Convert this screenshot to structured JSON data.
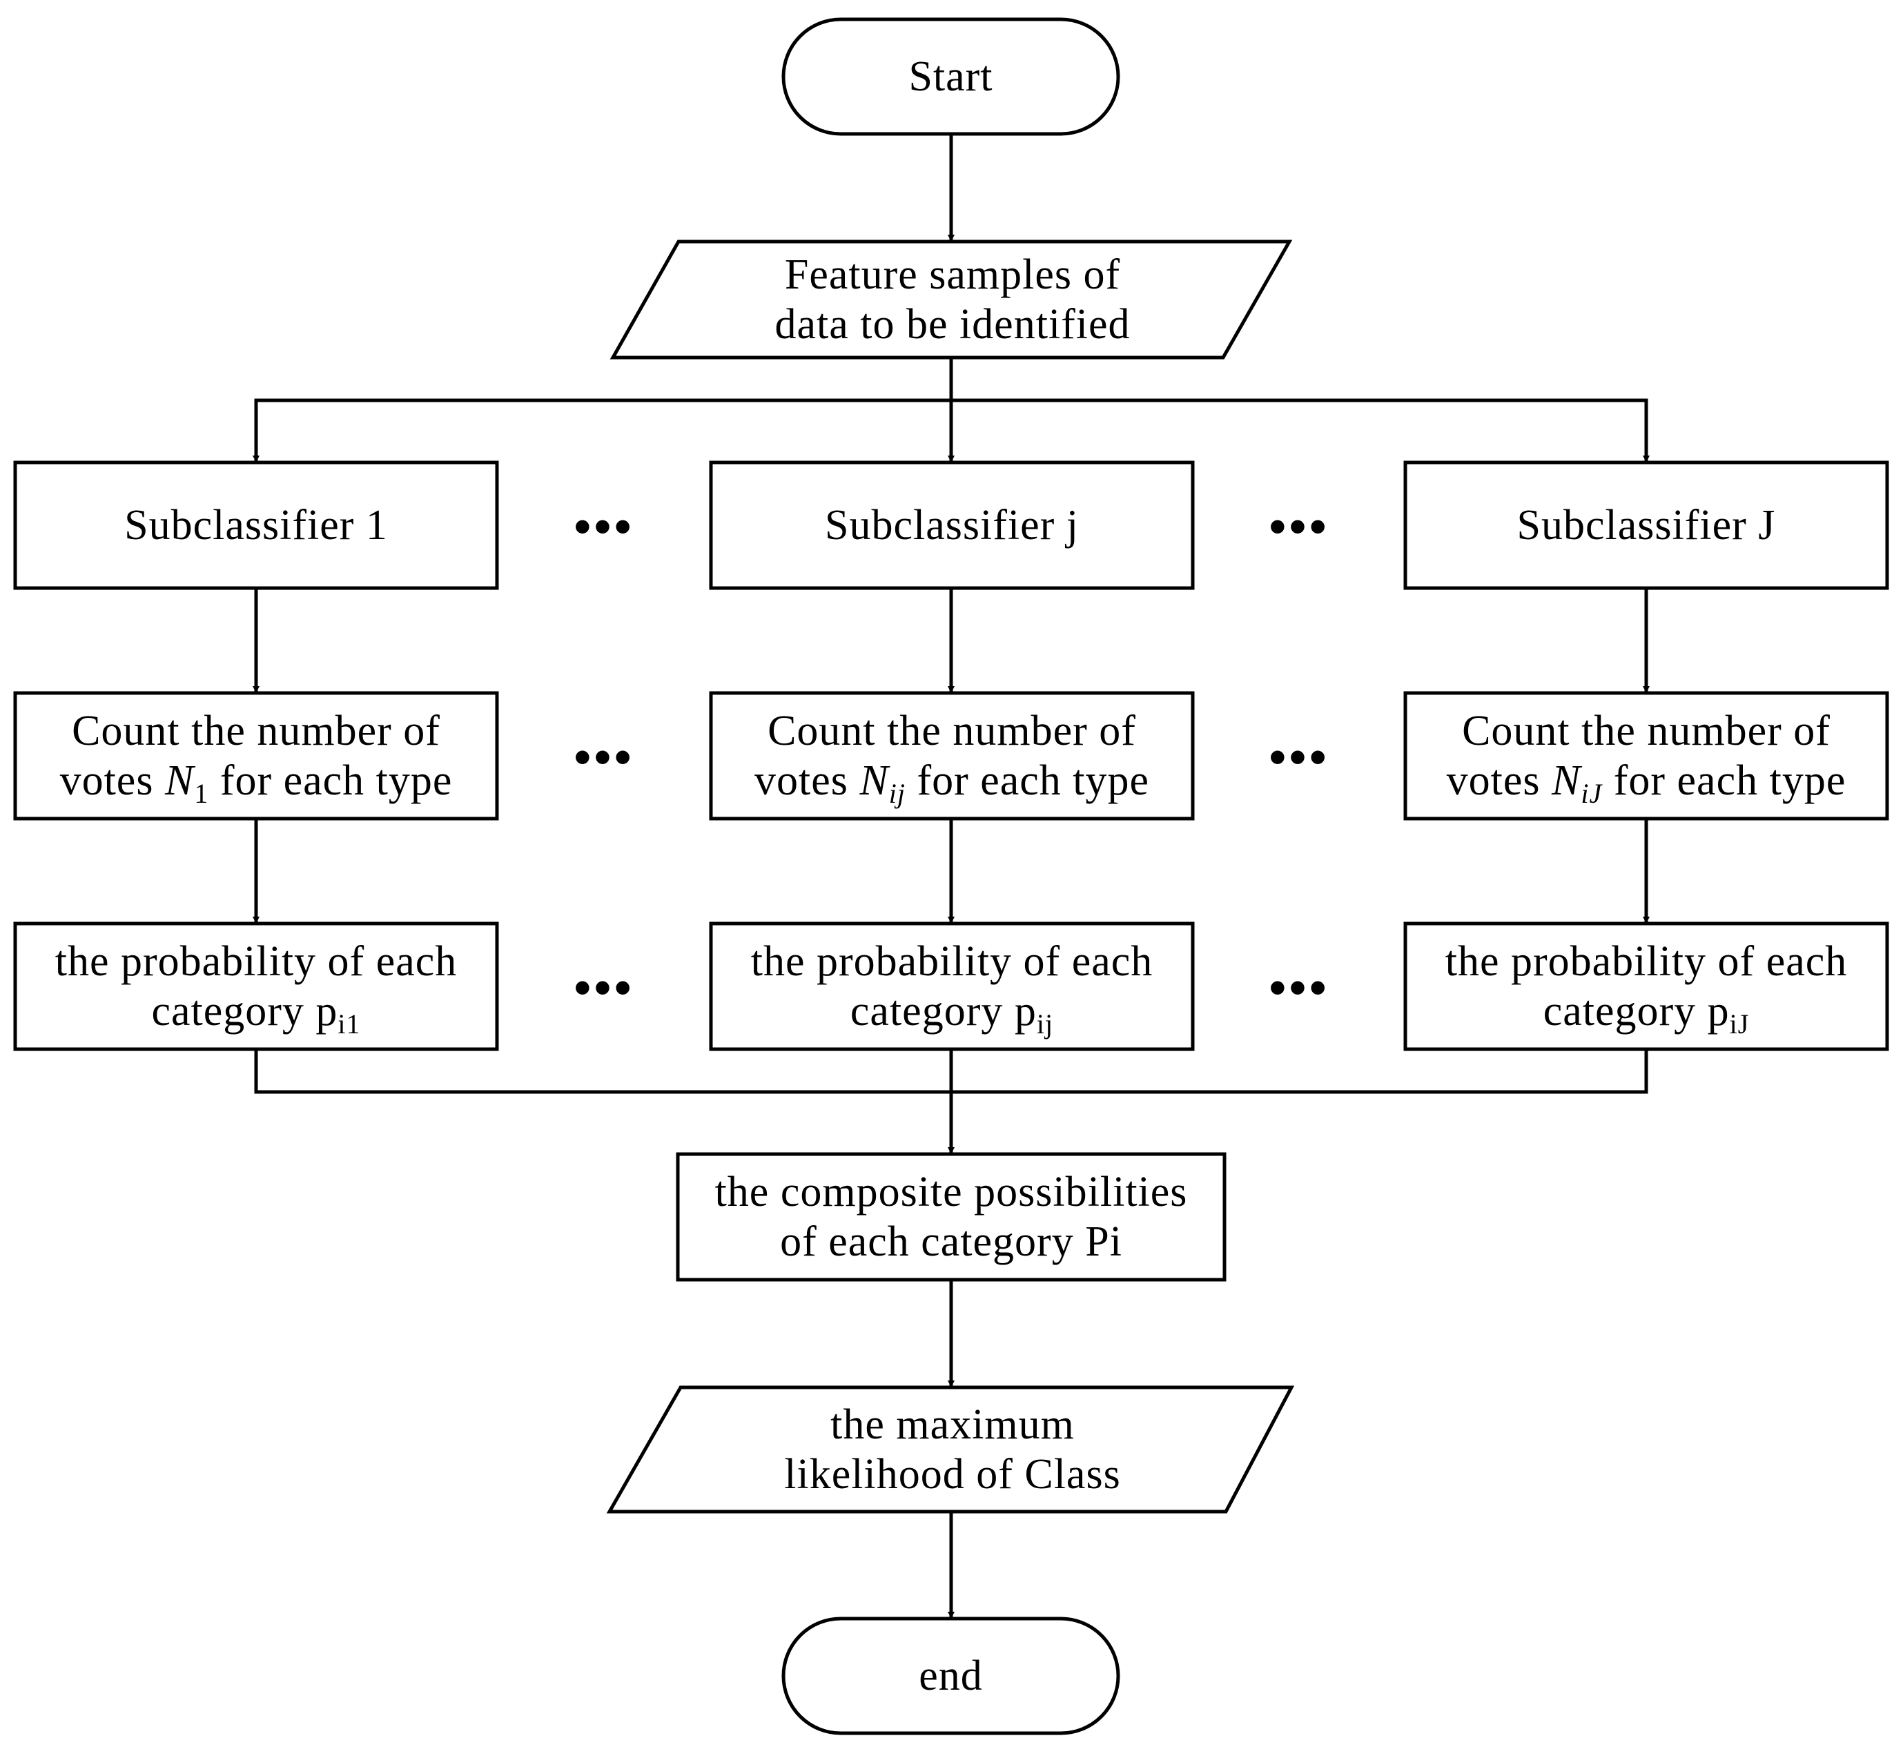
{
  "nodes": {
    "start": "Start",
    "input": {
      "line1": "Feature samples of",
      "line2": "data to be identified"
    },
    "subclassifiers": [
      "Subclassifier 1",
      "Subclassifier j",
      "Subclassifier J"
    ],
    "count": {
      "line1": "Count the number of",
      "prefix": "votes ",
      "var": "N",
      "subs": [
        "1",
        "ij",
        "iJ"
      ],
      "suffix": " for each type"
    },
    "probability": {
      "line1": "the probability of each",
      "prefix": "category p",
      "subs": [
        "i1",
        "ij",
        "iJ"
      ]
    },
    "composite": {
      "line1": "the composite possibilities",
      "line2": "of each category Pi"
    },
    "output": {
      "line1": "the maximum",
      "line2": "likelihood of Class"
    },
    "end": "end"
  },
  "ellipsis": "•••",
  "colors": {
    "stroke": "#000000",
    "fill": "#ffffff",
    "text": "#000000"
  }
}
